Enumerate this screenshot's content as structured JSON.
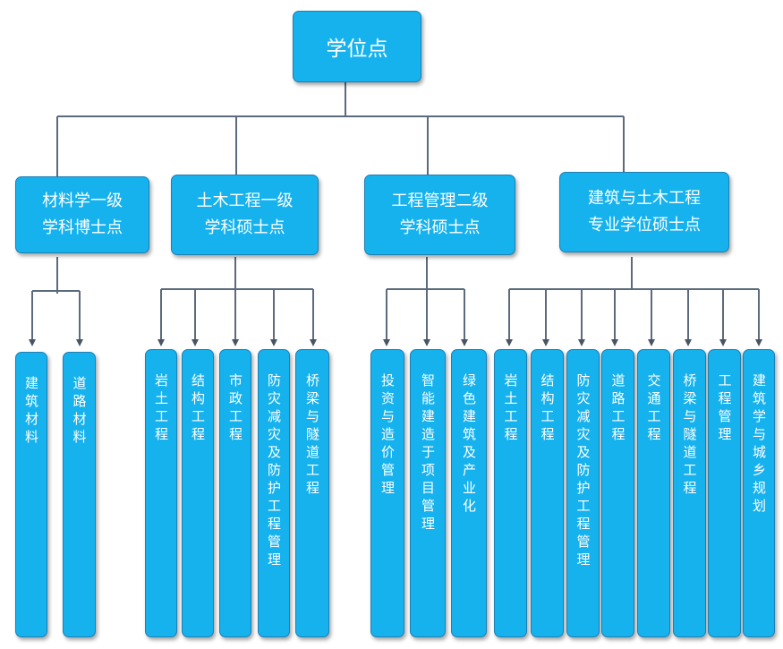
{
  "root": {
    "label": "学位点"
  },
  "categories": [
    {
      "label": "材料学一级\n学科博士点",
      "children": [
        "建筑材料",
        "道路材料"
      ]
    },
    {
      "label": "土木工程一级\n学科硕士点",
      "children": [
        "岩土工程",
        "结构工程",
        "市政工程",
        "防灾减灾及防护工程管理",
        "桥梁与隧道工程"
      ]
    },
    {
      "label": "工程管理二级\n学科硕士点",
      "children": [
        "投资与造价管理",
        "智能建造于项目管理",
        "绿色建筑及产业化"
      ]
    },
    {
      "label": "建筑与土木工程\n专业学位硕士点",
      "children": [
        "岩土工程",
        "结构工程",
        "防灾减灾及防护工程管理",
        "道路工程",
        "交通工程",
        "桥梁与隧道工程",
        "工程管理",
        "建筑学与城乡规划"
      ]
    }
  ],
  "colors": {
    "box_fill": "#16b2ee",
    "box_border": "#1d7fb3",
    "connector": "#5b6b7d",
    "text": "#ffffff"
  }
}
